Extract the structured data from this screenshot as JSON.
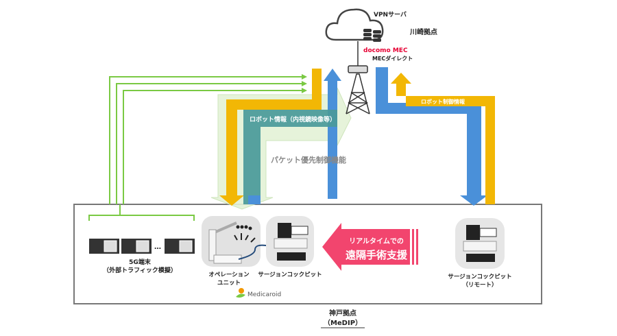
{
  "cloud": {
    "server_label": "VPNサーバ",
    "site_label": "川崎拠点",
    "mec_brand": "docomo MEC",
    "mec_service": "MECダイレクト"
  },
  "flows": {
    "robot_info": "ロボット情報（内視鏡映像等）",
    "packet_priority": "パケット優先制御機能",
    "robot_control": "ロボット制御情報"
  },
  "kobe": {
    "terminals_label_1": "5G端末",
    "terminals_label_2": "（外部トラフィック模擬）",
    "ellipsis": "…",
    "operation_unit_1": "オペレーション",
    "operation_unit_2": "ユニット",
    "surgeon_cockpit": "サージョンコックピット",
    "logo": "Medicaroid",
    "support_line_1": "リアルタイムでの",
    "support_line_2": "遠隔手術支援",
    "remote_cockpit_1": "サージョンコックピット",
    "remote_cockpit_2": "（リモート）",
    "site_label_1": "神戸拠点",
    "site_label_2": "（MeDIP）"
  },
  "colors": {
    "yellow": "#f2b705",
    "blue": "#4a90d9",
    "teal": "#4a9a9a",
    "green": "#7ac943",
    "pale_green": "#e4f2d6",
    "pink": "#f2456e",
    "docomo_red": "#e60033"
  }
}
